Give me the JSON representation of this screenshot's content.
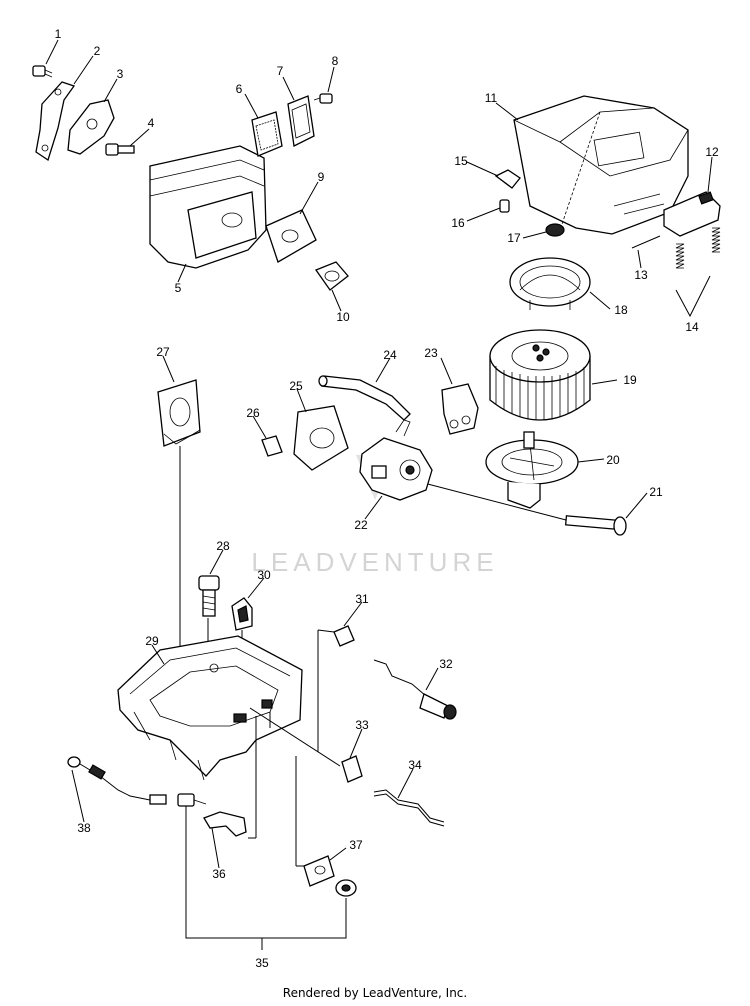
{
  "callouts": [
    "1",
    "2",
    "3",
    "4",
    "5",
    "6",
    "7",
    "8",
    "9",
    "10",
    "11",
    "12",
    "13",
    "14",
    "15",
    "16",
    "17",
    "18",
    "19",
    "20",
    "21",
    "22",
    "23",
    "24",
    "25",
    "26",
    "27",
    "28",
    "29",
    "30",
    "31",
    "32",
    "33",
    "34",
    "35",
    "36",
    "37",
    "38"
  ],
  "watermark": "LEADVENTURE",
  "footer": "Rendered by LeadVenture, Inc."
}
